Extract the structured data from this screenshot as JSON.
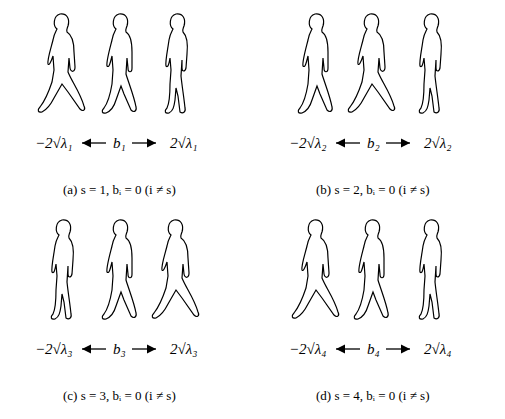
{
  "diagram": {
    "labels": [
      "−2√λ₁",
      "b₁",
      "2√λ₁",
      "(a)  s = 1, bᵢ = 0 (i ≠ s)",
      "−2√λ₂",
      "b₂",
      "2√λ₂",
      "(b)  s = 2, bᵢ = 0 (i ≠ s)",
      "−2√λ₃",
      "b₃",
      "2√λ₃",
      "(c)  s = 3, bᵢ = 0 (i ≠ s)",
      "−2√λ₄",
      "b₄",
      "2√λ₄",
      "(d)  s = 4, bᵢ = 0 (i ≠ s)"
    ]
  }
}
